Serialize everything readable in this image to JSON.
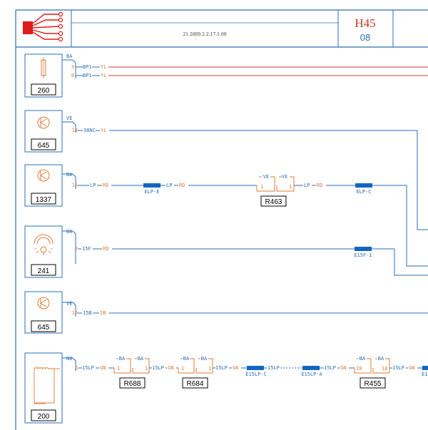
{
  "header": {
    "code": "H45",
    "sub": "08",
    "center_text": "21.2800.2.2.17.1.00"
  },
  "colors": {
    "frame": "#2a6fb8",
    "wire_blue": "#2a6fb8",
    "wire_red": "#e0303a",
    "label_orange": "#e07b3a",
    "splice": "#1565c0",
    "logo_red": "#e01b1b"
  },
  "components": [
    {
      "id": "c1",
      "code": "260",
      "icon": "fuse-icon",
      "housing": "BA",
      "pins": [
        "3",
        "8"
      ],
      "sigs": [
        "BP1",
        "BP1"
      ],
      "colors": [
        "YL",
        "YL"
      ]
    },
    {
      "id": "c2",
      "code": "645",
      "icon": "switch-icon",
      "housing": "VE",
      "pins": [
        "14"
      ],
      "sigs": [
        "38NC"
      ],
      "colors": [
        "YL"
      ]
    },
    {
      "id": "c3",
      "code": "1337",
      "icon": "switch-icon",
      "housing": "BA",
      "pins": [
        "15"
      ],
      "sigs": [
        "LP"
      ],
      "colors": [
        "RD"
      ]
    },
    {
      "id": "c4",
      "code": "241",
      "icon": "lamp-icon",
      "housing": "BA",
      "pins": [
        "2"
      ],
      "sigs": [
        "15F"
      ],
      "colors": [
        "RD"
      ]
    },
    {
      "id": "c5",
      "code": "645",
      "icon": "switch-icon",
      "housing": "VE",
      "pins": [
        "19"
      ],
      "sigs": [
        "15B"
      ],
      "colors": [
        "SB"
      ]
    },
    {
      "id": "c6",
      "code": "200",
      "icon": "heater-icon",
      "housing": "NO",
      "pins": [
        "1"
      ],
      "sigs": [
        "15LP"
      ],
      "colors": [
        "GN"
      ]
    }
  ],
  "row3": {
    "seg1": "LP",
    "seg1_color": "RD",
    "splice1": "ELP-E",
    "seg2": "LP",
    "seg2_color": "RD",
    "conn_housing_a": "VE",
    "conn_housing_b": "VE",
    "conn_pin_a": "1",
    "conn_pin_b": "1",
    "conn_label": "R463",
    "seg3": "LP",
    "seg3_color": "RD",
    "splice2": "ELP-C"
  },
  "row4": {
    "splice": "E15F-1"
  },
  "row6": {
    "connectors": [
      {
        "label": "R688",
        "ha": "BA",
        "hb": "BA",
        "pa": "1",
        "pb": "1"
      },
      {
        "label": "R684",
        "ha": "BA",
        "hb": "BA",
        "pa": "1",
        "pb": "1"
      },
      {
        "label": "R455",
        "ha": "BA",
        "hb": "BA",
        "pa": "18",
        "pb": "18"
      }
    ],
    "seg_sig": "15LP",
    "seg_color": "GN",
    "seg_plain": "15LP",
    "splice_a": "E15LP-C",
    "splice_b": "E15LP-A",
    "splice_c": "E1"
  }
}
